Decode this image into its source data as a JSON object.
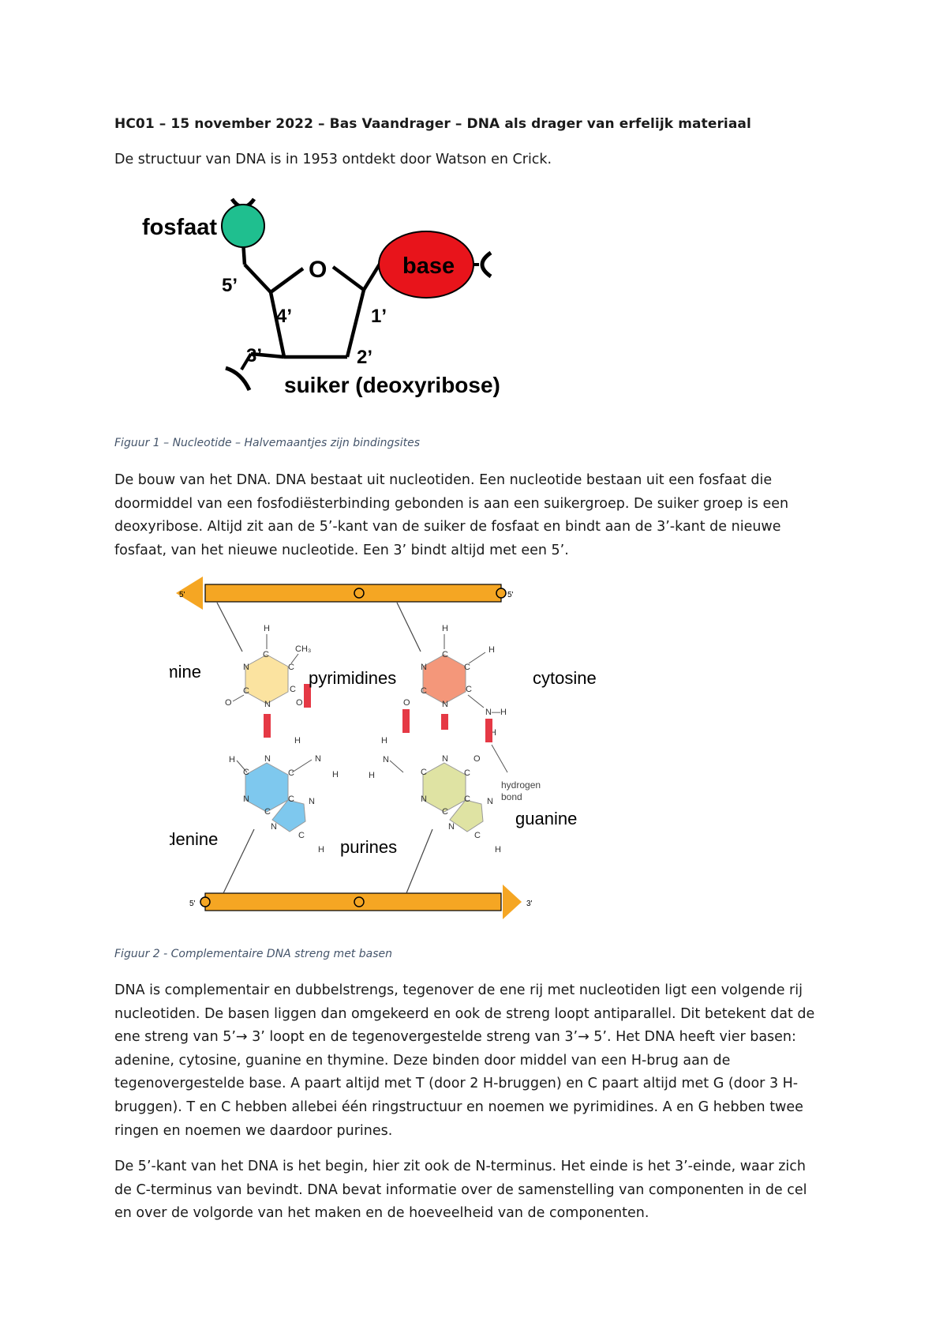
{
  "document": {
    "heading": "HC01 – 15 november 2022 – Bas Vaandrager – DNA als drager van erfelijk materiaal",
    "intro": "De structuur van DNA is in 1953 ontdekt door Watson en Crick."
  },
  "figure1": {
    "caption": "Figuur 1 – Nucleotide – Halvemaantjes zijn bindingsites",
    "labels": {
      "phosphate": "fosfaat",
      "base": "base",
      "oxygen": "O",
      "sugar": "suiker (deoxyribose)",
      "c5": "5’",
      "c4": "4’",
      "c3": "3’",
      "c2": "2’",
      "c1": "1’"
    },
    "colors": {
      "phosphate": "#1fbf8f",
      "base": "#e8141b"
    }
  },
  "paragraph1": {
    "lines": [
      "De bouw van het DNA. DNA bestaat uit nucleotiden. Een nucleotide bestaan uit een fosfaat die",
      "doormiddel van een fosfodiësterbinding gebonden is aan een suikergroep. De suiker groep is een",
      "deoxyribose.  Altijd zit aan de 5’-kant van de suiker de fosfaat en bindt aan de 3’-kant de nieuwe",
      "fosfaat, van het nieuwe nucleotide. Een 3’ bindt altijd met een 5’."
    ]
  },
  "figure2": {
    "caption": "Figuur 2 - Complementaire DNA streng met basen",
    "labels": {
      "thymine": "thymine",
      "cytosine": "cytosine",
      "adenine": "adenine",
      "guanine": "guanine",
      "pyrimidines": "pyrimidines",
      "purines": "purines",
      "hydrogen_bond": "hydrogen\nbond",
      "top_left_end": "5'",
      "top_right_end": "5'",
      "bottom_left_end": "5'",
      "bottom_right_end": "3'"
    },
    "colors": {
      "backbone": "#f5a623",
      "thymine": "#fbe3a0",
      "cytosine": "#f4977a",
      "adenine": "#7ec8ee",
      "guanine": "#dfe3a3",
      "hbond": "#e53945"
    }
  },
  "paragraph2": {
    "lines": [
      "DNA is complementair en dubbelstrengs, tegenover de ene rij met nucleotiden ligt een volgende rij",
      "nucleotiden. De basen liggen dan omgekeerd en ook de streng loopt antiparallel. Dit betekent dat de",
      "ene streng van 5’→ 3’ loopt en de tegenovergestelde streng van 3’→ 5’. Het DNA heeft vier basen:",
      "adenine, cytosine, guanine en thymine. Deze binden door middel van een H-brug aan de",
      "tegenovergestelde base. A paart altijd met T (door 2 H-bruggen) en C paart altijd met G (door 3 H-",
      "bruggen). T en C hebben allebei één ringstructuur en noemen we pyrimidines. A en G hebben twee",
      "ringen en noemen we daardoor purines."
    ]
  },
  "paragraph3": {
    "lines": [
      "De 5’-kant van het DNA is het begin, hier zit ook de N-terminus. Het einde is het 3’-einde, waar zich",
      "de C-terminus van bevindt. DNA bevat informatie over de samenstelling van componenten in de cel",
      "en over de volgorde van het maken en de hoeveelheid van de componenten."
    ]
  }
}
